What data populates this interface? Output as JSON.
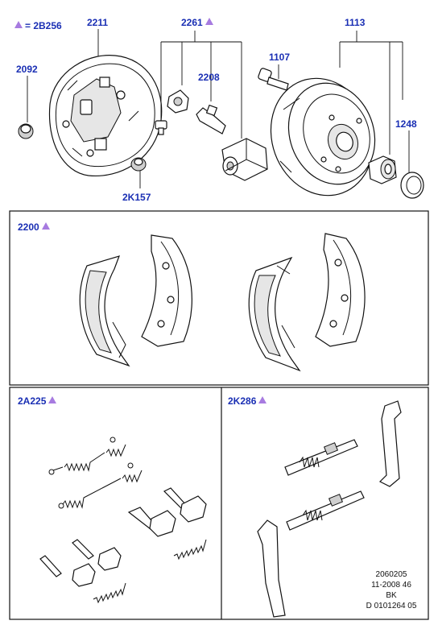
{
  "legend": {
    "symbol": "triangle-icon",
    "text": "= 2B256",
    "color": "#a77be0"
  },
  "labels": {
    "l2211": "2211",
    "l2261": "2261",
    "l1113": "1113",
    "l2092": "2092",
    "l1107": "1107",
    "l2208": "2208",
    "l1248": "1248",
    "l2K157": "2K157",
    "l2200": "2200",
    "l2A225": "2A225",
    "l2K286": "2K286"
  },
  "footer": {
    "line1": "2060205",
    "line2": "11-2008 46",
    "line3": "BK",
    "line4": "D 0101264 05"
  },
  "colors": {
    "label": "#1a2fb4",
    "marker": "#a77be0",
    "line": "#111111"
  }
}
